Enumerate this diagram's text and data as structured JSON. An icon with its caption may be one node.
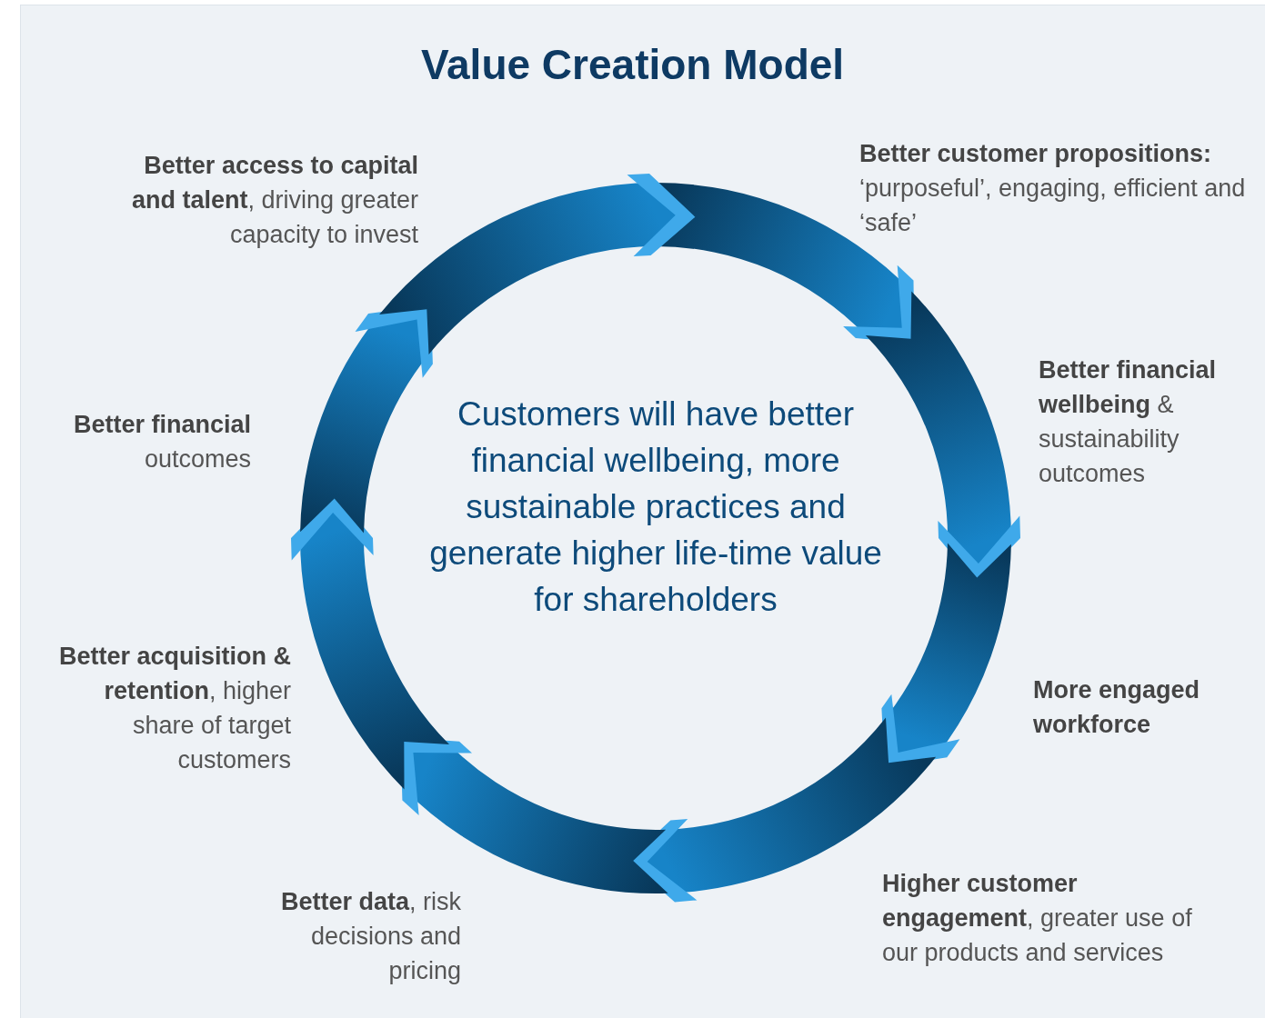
{
  "diagram": {
    "title": "Value Creation Model",
    "labels": [
      "**Better access to capital and talent**, driving greater capacity to invest",
      "**Better customer propositions:** ‘purposeful’, engaging, efficient and ‘safe’",
      "Customers will have better financial wellbeing, more sustainable practices and generate higher life-time value for shareholders",
      "**Better financial** outcomes",
      "**Better financial wellbeing** & sustainability outcomes",
      "**Better acquisition & retention**, higher share of target customers",
      "More engaged workforce",
      "**Better data**, risk decisions and pricing",
      "**Higher customer engagement**, greater use of our products and services"
    ]
  }
}
